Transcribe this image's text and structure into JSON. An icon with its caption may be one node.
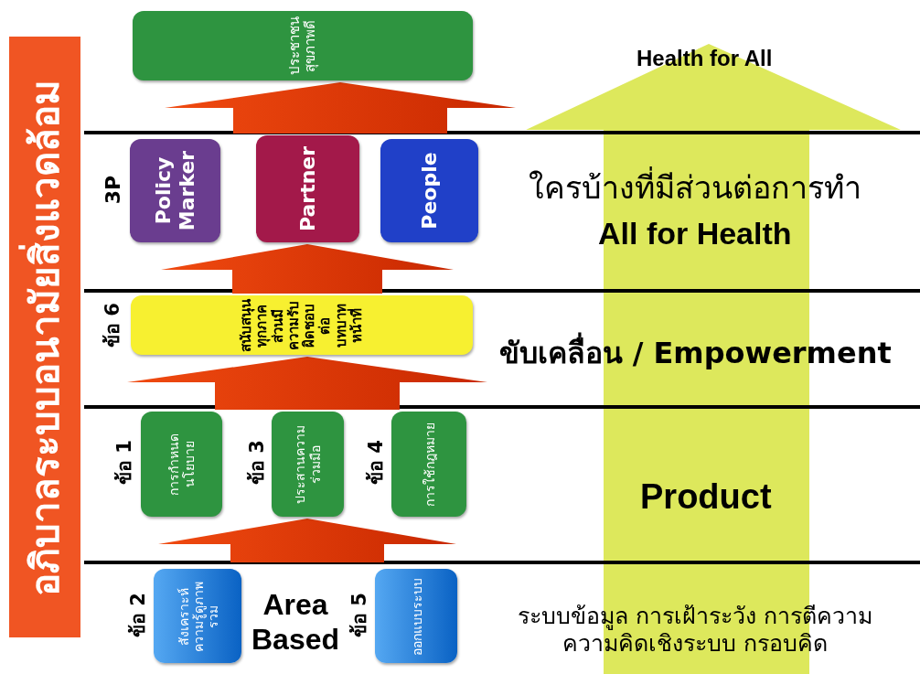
{
  "diagram": {
    "nodes": [
      {
        "text": [
          "อภิบาลระบบอนามัยสิ่งแวดล้อม"
        ]
      },
      {
        "text": [
          "ประชาชนสุขภาพดี"
        ]
      },
      {
        "text": [
          "Policy Marker"
        ]
      },
      {
        "text": [
          "Partner"
        ]
      },
      {
        "text": [
          "People"
        ]
      },
      {
        "text": [
          "สนับสนุนทุกภาคส่วนมีความรับผิดชอบต่อบทบาทหน้าที่"
        ]
      },
      {
        "text": [
          "การกำหนดนโยบาย"
        ]
      },
      {
        "text": [
          "ประสานความร่วมมือ"
        ]
      },
      {
        "text": [
          "การใช้กฎหมาย"
        ]
      },
      {
        "text": [
          "สังเคราะห์ความรู้ดูภาพรวม"
        ]
      },
      {
        "text": [
          "ออกแบบระบบ"
        ]
      }
    ],
    "edges": [
      {
        "from": 3,
        "to": 1,
        "arrow": "to"
      },
      {
        "from": 5,
        "to": 3,
        "arrow": "to"
      },
      {
        "from": 7,
        "to": 5,
        "arrow": "to"
      },
      {
        "from": null,
        "to": 7,
        "arrow": "to"
      }
    ],
    "labels": [
      "Health for All",
      "3P",
      "ใครบ้างที่มีส่วนต่อการทำ",
      "All for Health",
      "ข้อ 6",
      "ขับเคลื่อน / Empowerment",
      "ข้อ 1",
      "ข้อ 3",
      "ข้อ 4",
      "Product",
      "ข้อ 2",
      "Area Based",
      "ข้อ 5",
      "ระบบข้อมูล การเฝ้าระวัง การตีความ ความคิดเชิงระบบ กรอบคิด"
    ]
  }
}
